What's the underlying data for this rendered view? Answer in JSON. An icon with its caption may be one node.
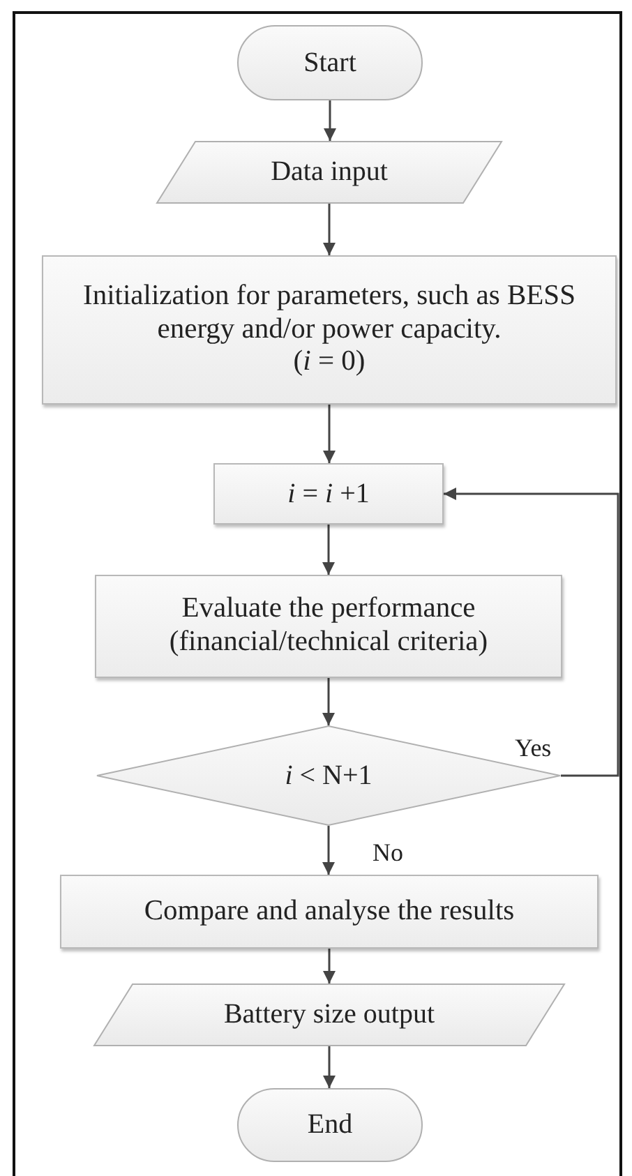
{
  "diagram": {
    "nodes": [
      {
        "text": [
          "Start"
        ]
      },
      {
        "text": [
          "Data input"
        ]
      },
      {
        "text": [
          "Initialization for parameters, such as BESS energy and/or power capacity.",
          "(*i* = 0)"
        ]
      },
      {
        "text": [
          "*i* = *i* +1"
        ]
      },
      {
        "text": [
          "Evaluate the performance (financial/technical criteria)"
        ]
      },
      {
        "text": [
          "*i* < N+1"
        ]
      },
      {
        "text": [
          "Compare and analyse the results"
        ]
      },
      {
        "text": [
          "Battery size output"
        ]
      },
      {
        "text": [
          "End"
        ]
      }
    ],
    "edges": [
      {
        "from": 0,
        "to": 1,
        "arrow": "to"
      },
      {
        "from": 1,
        "to": 2,
        "arrow": "to"
      },
      {
        "from": 2,
        "to": 3,
        "arrow": "to"
      },
      {
        "from": 3,
        "to": 4,
        "arrow": "to"
      },
      {
        "from": 4,
        "to": 5,
        "arrow": "to"
      },
      {
        "from": 5,
        "to": 6,
        "label": "No",
        "arrow": "to"
      },
      {
        "from": 6,
        "to": 7,
        "arrow": "to"
      },
      {
        "from": 7,
        "to": 8,
        "arrow": "to"
      },
      {
        "from": 5,
        "to": 3,
        "label": "Yes",
        "arrow": "to"
      }
    ]
  }
}
